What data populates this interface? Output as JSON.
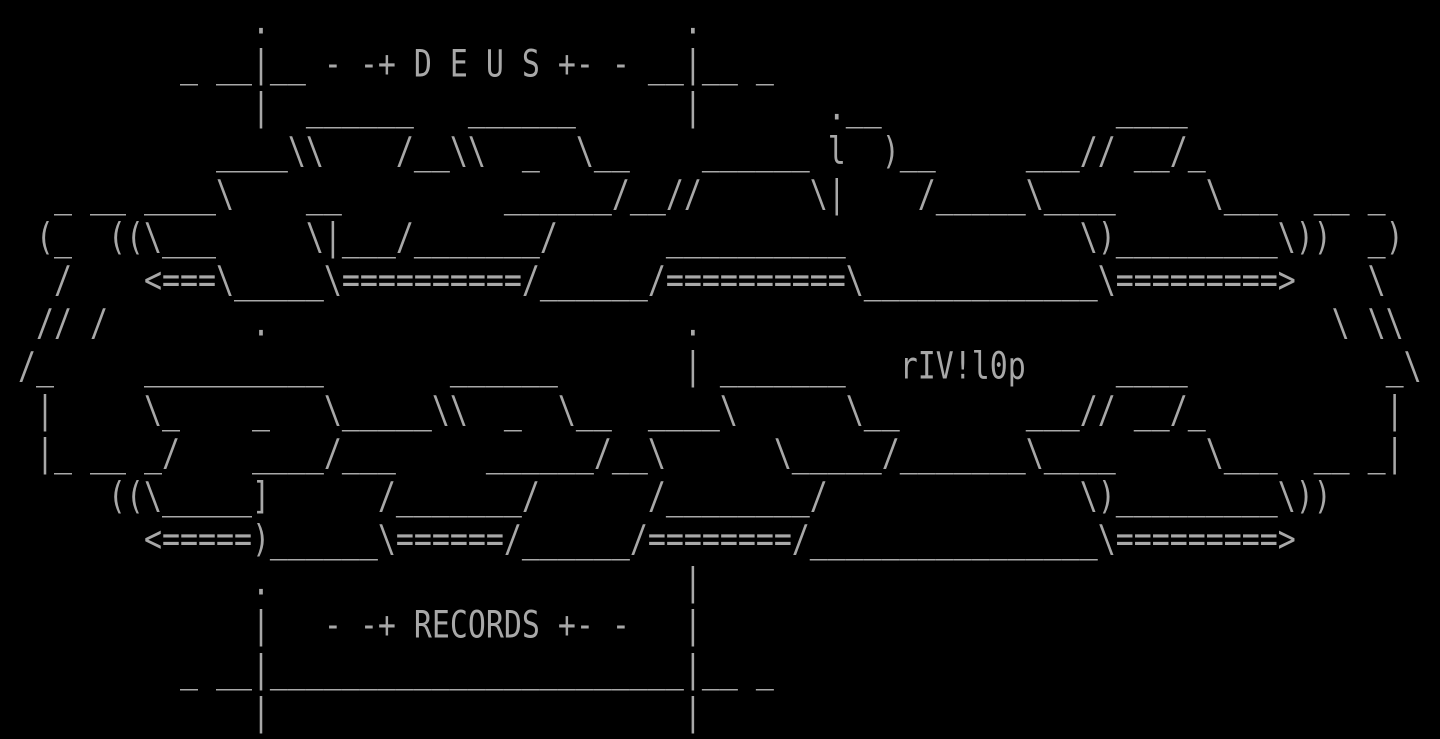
{
  "colors": {
    "background": "#000000",
    "text": "#a8a8a8"
  },
  "lines": [
    "              .                       .",
    "          _ __|__ - -+ D E U S +- - __|__ _",
    "              |  ______   ______      |       .__             ____",
    "            ____\\\\    /__\\\\  _  \\__    ______ l  )__     ___// __/_",
    "   _ __ ____\\    __         ______/__//      \\|    /_____\\____     \\___  __ _",
    "  (_  ((\\___     \\|___/_______/      __________             \\)_________\\))  _)",
    "   /    <===\\_____\\==========/______/==========\\_____________\\=========>    \\",
    "  // /        .                       .                                   \\ \\\\",
    " /_     __________       ______       | _______   rIV!l0p     ____           _\\",
    "  |     \\_    _   \\_____\\\\  _  \\__  ____\\      \\__       ___// __/_          |",
    "  |_ __ _/    ____/___     ______/__\\      \\_____/_______\\____     \\___  __ _|",
    "      ((\\_____]      /_______/      /________/              \\)_________\\))",
    "        <=====)______\\======/______/========/________________\\=========>",
    "              .                       |",
    "              |   - -+ RECORDS +- -   |",
    "          _ __|_______________________|__ _",
    "              |                       |"
  ]
}
